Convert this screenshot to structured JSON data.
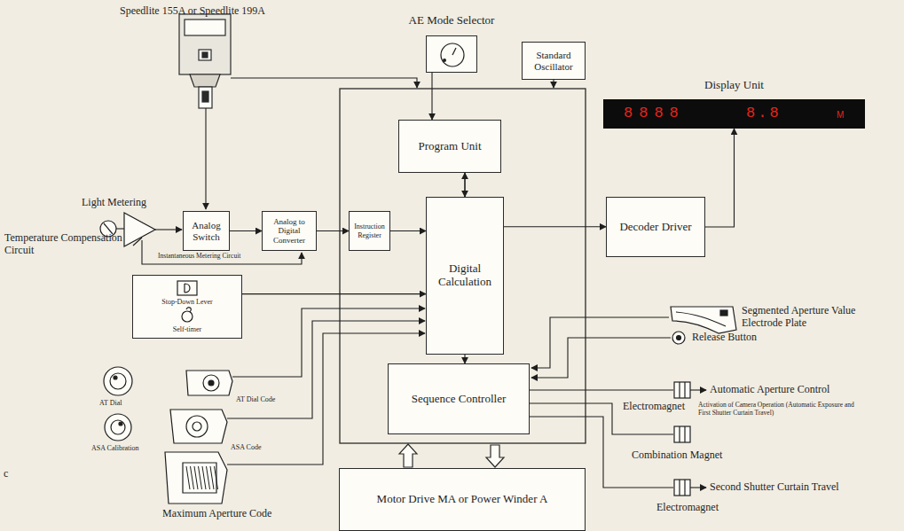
{
  "diagram": {
    "nodes": [
      {
        "text": [
          "AE Mode Selector"
        ]
      },
      {
        "text": [
          "Standard Oscillator"
        ]
      },
      {
        "text": [
          "Display Unit",
          "8888",
          "8.8",
          "M"
        ]
      },
      {
        "text": [
          "Program Unit"
        ]
      },
      {
        "text": [
          "Analog Switch"
        ]
      },
      {
        "text": [
          "Analog to Digital Converter"
        ]
      },
      {
        "text": [
          "Instruction Register"
        ]
      },
      {
        "text": [
          "Digital Calculation"
        ]
      },
      {
        "text": [
          "Decoder Driver"
        ]
      },
      {
        "text": [
          "Stop-Down Lever",
          "Self-timer"
        ]
      },
      {
        "text": [
          "Sequence Controller"
        ]
      },
      {
        "text": [
          "Motor Drive MA or Power Winder A"
        ]
      }
    ],
    "edges": [
      {
        "from": 0,
        "to": 3,
        "arrow": "to"
      },
      {
        "from": 4,
        "to": 5,
        "arrow": "to"
      },
      {
        "from": 5,
        "to": 6,
        "arrow": "to"
      },
      {
        "from": 6,
        "to": 7,
        "arrow": "to"
      },
      {
        "from": 3,
        "to": 7,
        "arrow": "both"
      },
      {
        "from": 7,
        "to": 8,
        "arrow": "to"
      },
      {
        "from": 8,
        "to": 2,
        "arrow": "to"
      },
      {
        "from": 9,
        "to": 7,
        "arrow": "to"
      },
      {
        "from": 7,
        "to": 10,
        "arrow": "to"
      }
    ],
    "labels": [
      "Speedlite 155A or Speedlite 199A",
      "Light Metering",
      "Temperature Compensation Circuit",
      "Instantaneous Metering Circuit",
      "AT Dial",
      "ASA Calibration",
      "AT Dial Code",
      "ASA Code",
      "Maximum Aperture Code",
      "Segmented Aperture Value Electrode Plate",
      "Release Button",
      "Automatic Aperture Control",
      "Electromagnet",
      "Activation of Camera Operation (Automatic Exposure and First Shutter Curtain Travel)",
      "Combination Magnet",
      "Second Shutter Curtain Travel",
      "Electromagnet",
      "c"
    ]
  }
}
